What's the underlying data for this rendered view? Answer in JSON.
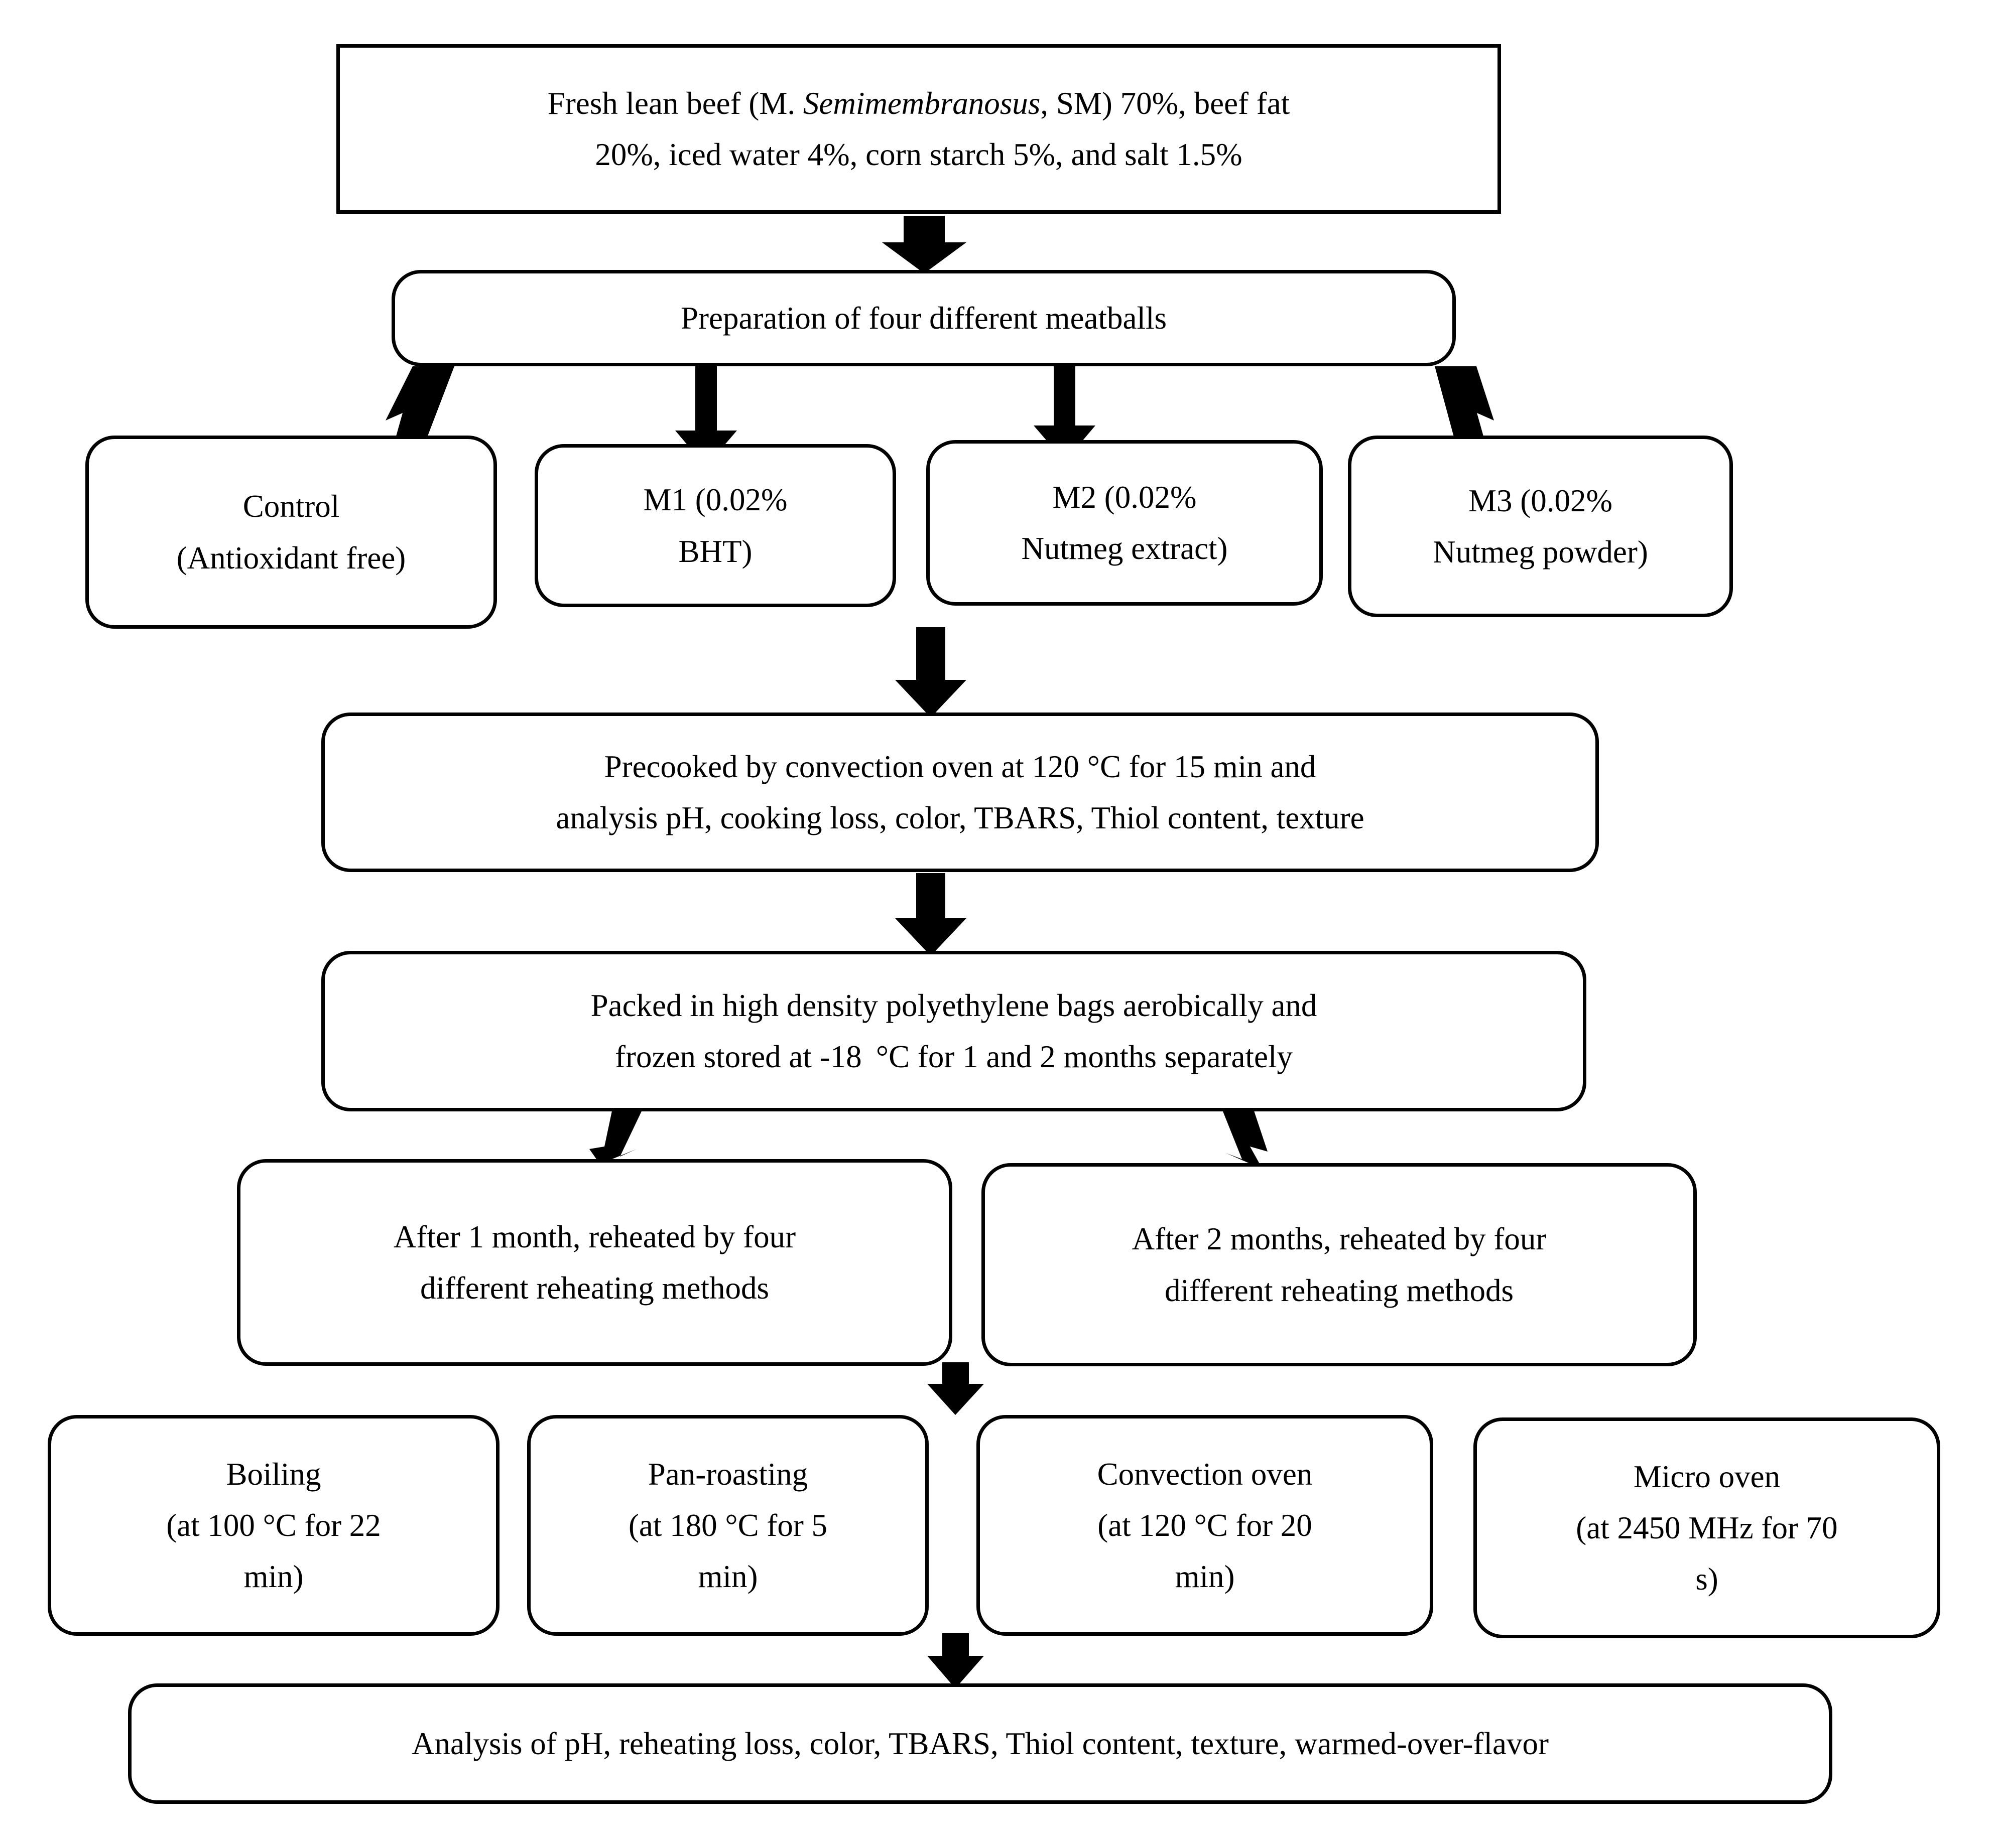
{
  "diagram": {
    "title": "Experimental design flowchart for precooked beef meatballs with natural antioxidants",
    "type": "flowchart",
    "orientation": "top-to-bottom",
    "colors": {
      "background": "#ffffff",
      "stroke": "#000000",
      "text": "#000000"
    },
    "nodes": {
      "formulation": {
        "line1_a": "Fresh lean beef (M. ",
        "line1_italic": "Semimembranosus",
        "line1_b": ", SM) 70%, beef fat",
        "line2": "20%, iced water 4%, corn starch 5%, and salt 1.5%"
      },
      "preparation": {
        "line1": "Preparation of four different meatballs"
      },
      "treatments": [
        {
          "line1": "Control",
          "line2": "(Antioxidant free)"
        },
        {
          "line1": "M1 (0.02%",
          "line2": "BHT)"
        },
        {
          "line1": "M2 (0.02%",
          "line2": "Nutmeg extract)"
        },
        {
          "line1": "M3 (0.02%",
          "line2": "Nutmeg powder)"
        }
      ],
      "precooked": {
        "line1": "Precooked by convection oven at 120 °C for 15 min and",
        "line2": "analysis pH, cooking loss, color, TBARS, Thiol content, texture"
      },
      "packed": {
        "line1": "Packed in high density polyethylene bags aerobically and",
        "line2": "frozen stored at -18  °C for 1 and 2 months separately"
      },
      "storage_periods": [
        {
          "line1": "After 1 month, reheated by four",
          "line2": "different reheating methods"
        },
        {
          "line1": "After 2 months, reheated by four",
          "line2": "different reheating methods"
        }
      ],
      "reheating_methods": [
        {
          "line1": "Boiling",
          "line2": "(at 100 °C for 22",
          "line3": "min)"
        },
        {
          "line1": "Pan-roasting",
          "line2": "(at 180 °C for 5",
          "line3": "min)"
        },
        {
          "line1": "Convection oven",
          "line2": "(at 120 °C for 20",
          "line3": "min)"
        },
        {
          "line1": "Micro oven",
          "line2": "(at 2450 MHz for 70",
          "line3": "s)"
        }
      ],
      "final_analysis": {
        "line1": "Analysis of pH, reheating loss, color, TBARS, Thiol content, texture, warmed-over-flavor"
      }
    },
    "edges": [
      {
        "from": "formulation",
        "to": "preparation",
        "style": "block-arrow-down"
      },
      {
        "from": "preparation",
        "to": "treatment-control",
        "style": "block-arrow-diagonal-left"
      },
      {
        "from": "preparation",
        "to": "treatment-m1",
        "style": "block-arrow-down"
      },
      {
        "from": "preparation",
        "to": "treatment-m2",
        "style": "block-arrow-down"
      },
      {
        "from": "preparation",
        "to": "treatment-m3",
        "style": "block-arrow-diagonal-right"
      },
      {
        "from": "treatments",
        "to": "precooked",
        "style": "block-arrow-down"
      },
      {
        "from": "precooked",
        "to": "packed",
        "style": "block-arrow-down"
      },
      {
        "from": "packed",
        "to": "after-1-month",
        "style": "block-arrow-diagonal-left"
      },
      {
        "from": "packed",
        "to": "after-2-months",
        "style": "block-arrow-diagonal-right"
      },
      {
        "from": "storage_periods",
        "to": "reheating_methods",
        "style": "block-arrow-down"
      },
      {
        "from": "reheating_methods",
        "to": "final_analysis",
        "style": "block-arrow-down"
      }
    ]
  }
}
